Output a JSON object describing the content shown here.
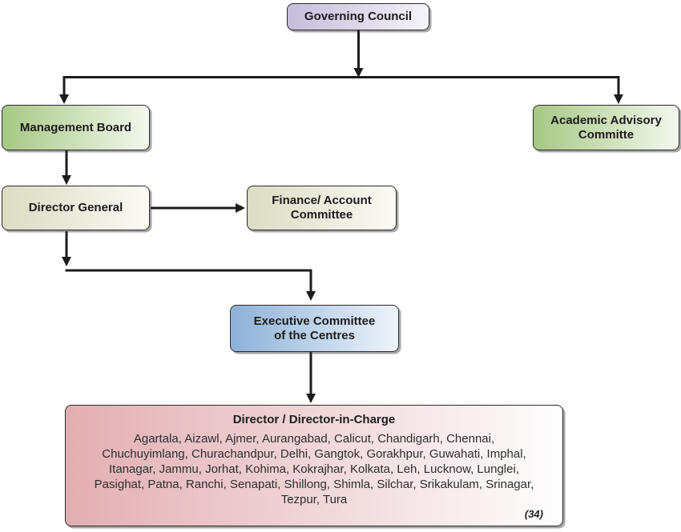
{
  "nodes": {
    "governing_council": {
      "label": "Governing Council"
    },
    "management_board": {
      "label": "Management Board"
    },
    "academic_advisory_committee": {
      "label": "Academic Advisory Committe"
    },
    "director_general": {
      "label": "Director General"
    },
    "finance_account_committee": {
      "label": "Finance/ Account Committee"
    },
    "executive_committee": {
      "label": "Executive Committee of the Centres"
    },
    "director_in_charge": {
      "title": "Director / Director-in-Charge",
      "centres_lines": [
        "Agartala, Aizawl, Ajmer, Aurangabad, Calicut, Chandigarh, Chennai,",
        "Chuchuyimlang, Churachandpur, Delhi, Gangtok, Gorakhpur, Guwahati, Imphal,",
        "Itanagar, Jammu, Jorhat, Kohima, Kokrajhar, Kolkata, Leh, Lucknow, Lunglei,",
        "Pasighat, Patna, Ranchi, Senapati, Shillong, Shimla, Silchar, Srikakulam, Srinagar,",
        "Tezpur, Tura"
      ],
      "count": "(34)"
    }
  },
  "colors": {
    "governing_purple": {
      "from": "#c4bdda",
      "to": "#f5f3fa"
    },
    "committee_green": {
      "from": "#a6c884",
      "to": "#f3f8ee"
    },
    "director_beige": {
      "from": "#dcdbc3",
      "to": "#fbfaf4"
    },
    "executive_blue": {
      "from": "#8db1d7",
      "to": "#eef4fb"
    },
    "director_pink": {
      "from": "#e2aeb2",
      "to": "#fefefe"
    },
    "connector_line": "#1c1c1c"
  }
}
